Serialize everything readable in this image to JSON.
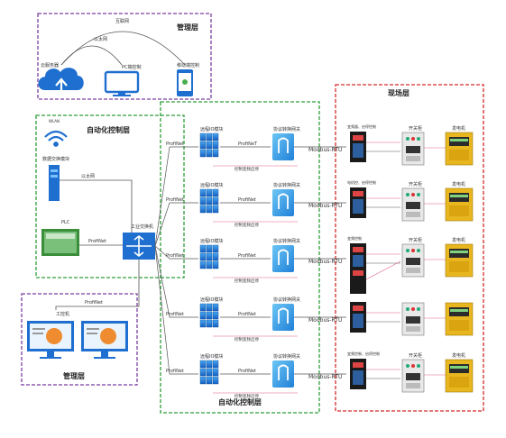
{
  "zones": {
    "mgmt_top": "管理层",
    "auto_ctrl_left": "自动化控制层",
    "mgmt_bottom": "管理层",
    "auto_ctrl_bottom": "自动化控制层",
    "field": "现场层"
  },
  "management": {
    "cloud": "云服务器",
    "pc": "PC端控制",
    "mobile": "移动端控制",
    "internet_top": "互联网",
    "internet_mid": "以太网"
  },
  "left_control": {
    "wifi": "WLAN",
    "data_module": "数据交换模块",
    "ethernet": "以太网",
    "plc": "PLC",
    "profinet_plc": "ProfiNet",
    "switch": "工业交换机"
  },
  "bottom_mgmt": {
    "profinet": "ProfiNet",
    "ipc": "工控机"
  },
  "rows": [
    {
      "io_label": "远程IO模块",
      "gw_label": "协议转换网关",
      "profinet_in": "ProfiNet",
      "profinet_out": "ProfiNeT",
      "modbus": "Modbus-RTU",
      "ctrl_label": "控制变频启停",
      "inv_top": "变频器、启停控制",
      "cabinet": "开关柜",
      "gen": "发电机"
    },
    {
      "io_label": "远程IO模块",
      "gw_label": "协议转换网关",
      "profinet_in": "ProfiNet",
      "profinet_out": "ProfiNet",
      "modbus": "Modbus-RTU",
      "ctrl_label": "控制变频启停",
      "inv_top": "电机控、启停控制",
      "cabinet": "开关柜",
      "gen": "发电机"
    },
    {
      "io_label": "远程IO模块",
      "gw_label": "协议转换网关",
      "profinet_in": "ProfiNet",
      "profinet_out": "ProfiNet",
      "modbus": "Modbus-RTU",
      "ctrl_label": "控制变频启停",
      "inv_top": "变频控制",
      "cabinet": "开关柜",
      "gen": "发电机"
    },
    {
      "io_label": "远程IO模块",
      "gw_label": "协议转换网关",
      "profinet_in": "ProfiNet",
      "profinet_out": "ProfiNet",
      "modbus": "Modbus-RTU",
      "ctrl_label": "控制变频启停",
      "inv_top": "",
      "cabinet": "",
      "gen": ""
    },
    {
      "io_label": "远程IO模块",
      "gw_label": "协议转换网关",
      "profinet_in": "ProfiNet",
      "profinet_out": "ProfiNet",
      "modbus": "Modbus-RTU",
      "ctrl_label": "控制变频启停",
      "inv_top": "变频控制、启停控制",
      "cabinet": "开关柜",
      "gen": "发电机"
    }
  ],
  "colors": {
    "mgmt_border": "#7b3fa0",
    "ctrl_border": "#2e9e3a",
    "field_border": "#d42a2a",
    "device_blue": "#1e6fd0",
    "gen_yellow": "#e8b61e",
    "pink_line": "#e06080"
  }
}
